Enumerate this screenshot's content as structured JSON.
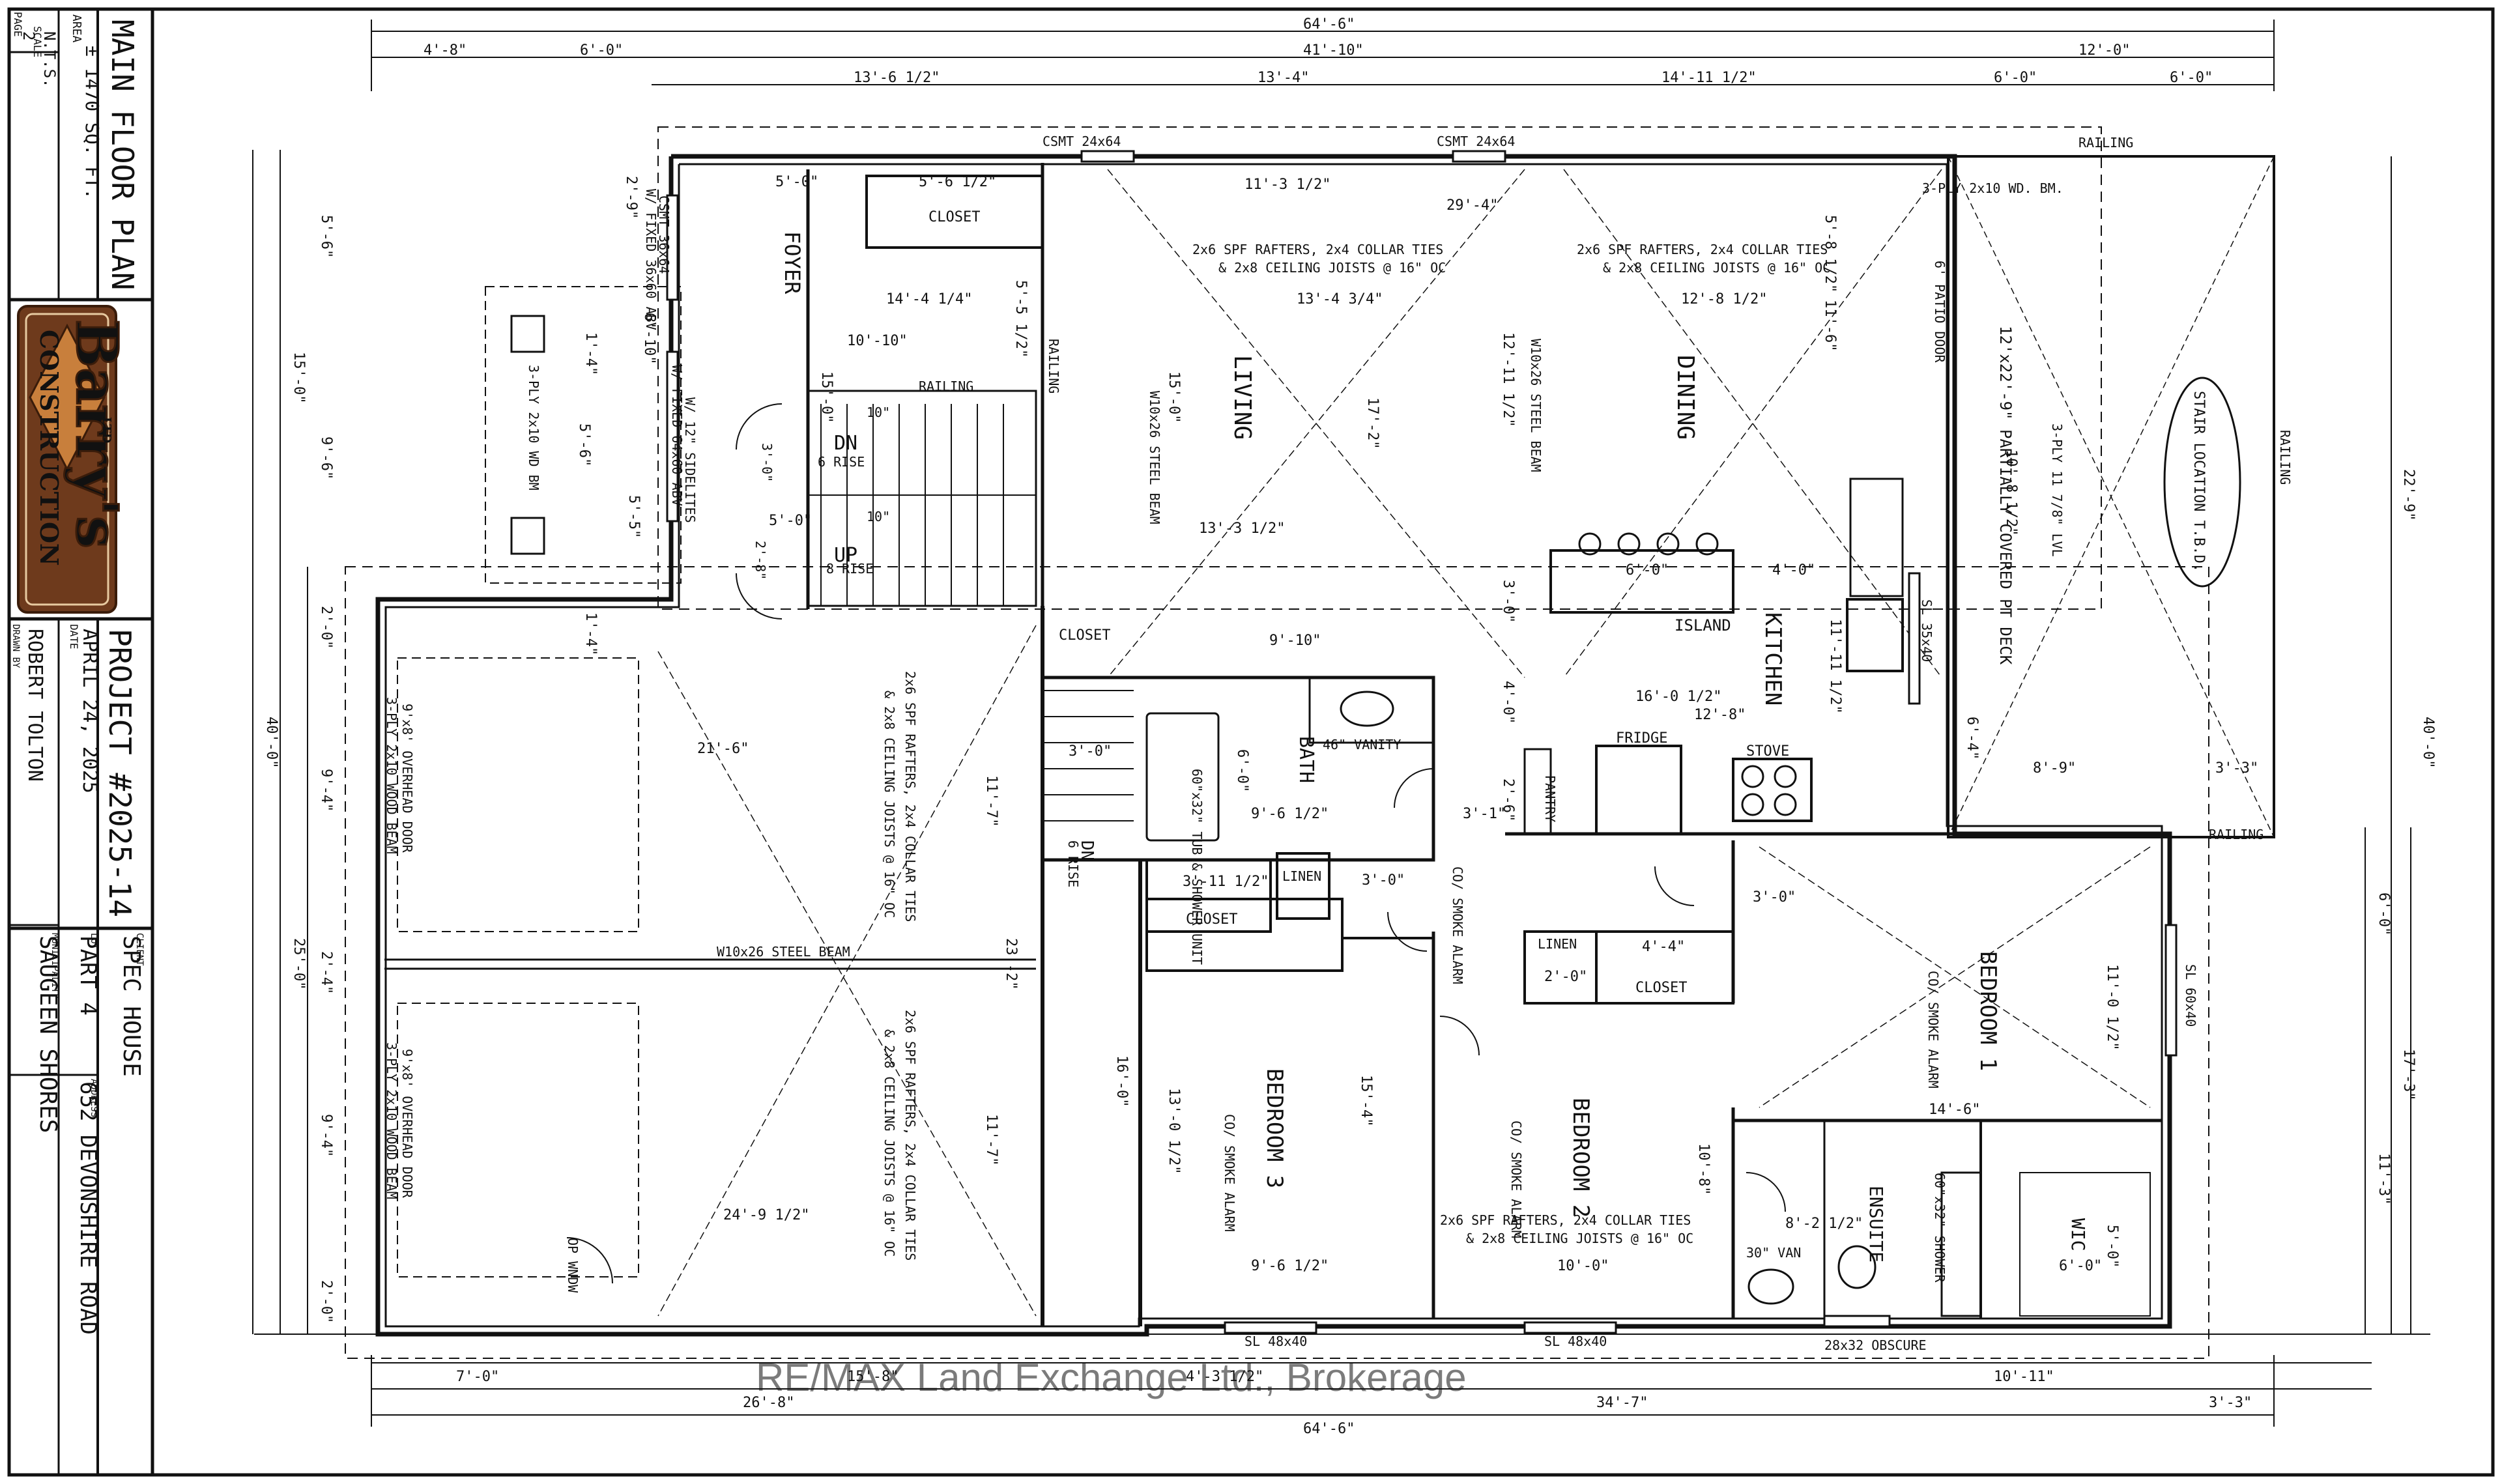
{
  "title_block": {
    "drawing_title": "MAIN FLOOR PLAN",
    "area_label": "AREA",
    "area_value": "± 1470 SQ. FT.",
    "page_label": "PAGE",
    "page_value": "2",
    "scale_label": "SCALE",
    "scale_value": "N.T.S.",
    "logo_line1": "Barry's",
    "logo_line2": "CONSTRUCTION",
    "logo_line3": "LTD.",
    "project": "PROJECT #2025-14",
    "date_label": "DATE",
    "date_value": "APRIL 24, 2025",
    "drawn_by_label": "DRAWN BY",
    "drawn_by_value": "ROBERT TOLTON",
    "client_label": "CLIENT",
    "client_value": "SPEC HOUSE",
    "lot_label": "LOT",
    "lot_value": "PART 4",
    "address_label": "ADDRESS",
    "address_value": "652 DEVONSHIRE ROAD",
    "municipality_label": "MUNICIPALITY",
    "municipality_value": "SAUGEEN SHORES"
  },
  "watermark": "RE/MAX Land Exchange Ltd., Brokerage",
  "rooms": {
    "foyer": "FOYER",
    "living": "LIVING",
    "dining": "DINING",
    "kitchen": "KITCHEN",
    "island": "ISLAND",
    "bath": "BATH",
    "bedroom1": "BEDROOM 1",
    "bedroom2": "BEDROOM 2",
    "bedroom3": "BEDROOM 3",
    "ensuite": "ENSUITE",
    "wic": "WIC",
    "closet_foyer": "CLOSET",
    "closet_hall": "CLOSET",
    "closet_bed3": "CLOSET",
    "closet_bed2": "CLOSET",
    "linen_bath": "LINEN",
    "linen_hall": "LINEN",
    "pantry": "PANTRY",
    "fridge": "FRIDGE",
    "stove": "STOVE",
    "deck": "12'x22'-9\" PARTIALLY COVERED PT DECK",
    "stair_location": "STAIR LOCATION T.B.D."
  },
  "notes": {
    "railing_top": "RAILING",
    "railing_right": "RAILING",
    "railing_deck": "RAILING",
    "railing_stair": "RAILING",
    "railing_vert": "RAILING",
    "csmt1": "CSMT 24x64",
    "csmt2": "CSMT 24x64",
    "beam_deck": "3-PLY 2x10 WD. BM.",
    "lvl": "3-PLY 11 7/8\" LVL",
    "rafters_living": "2x6 SPF RAFTERS, 2x4 COLLAR TIES",
    "joists_living": "& 2x8 CEILING JOISTS @ 16\" OC",
    "rafters_dining": "2x6 SPF RAFTERS, 2x4 COLLAR TIES",
    "joists_dining": "& 2x8 CEILING JOISTS @ 16\" OC",
    "rafters_bed2": "2x6 SPF RAFTERS, 2x4 COLLAR TIES",
    "joists_bed2": "& 2x8 CEILING JOISTS @ 16\" OC",
    "rafters_garage1": "2x6 SPF RAFTERS, 2x4 COLLAR TIES",
    "joists_garage1": "& 2x8 CEILING JOISTS @ 16\" OC",
    "rafters_garage2": "2x6 SPF RAFTERS, 2x4 COLLAR TIES",
    "joists_garage2": "& 2x8 CEILING JOISTS @ 16\" OC",
    "steel_beam_garage": "W10x26 STEEL BEAM",
    "steel_beam_living": "W10x26 STEEL BEAM",
    "steel_beam_dining": "W10x26 STEEL BEAM",
    "garage_door1": "9'x8' OVERHEAD DOOR",
    "garage_door1_beam": "3-PLY 2x10 WOOD BEAM",
    "garage_door2": "9'x8' OVERHEAD DOOR",
    "garage_door2_beam": "3-PLY 2x10 WOOD BEAM",
    "front_beam": "3-PLY 2x10 WD BM",
    "csmt_front1": "CSMT 36x64",
    "csmt_front1b": "W/ FIXED 36x60 ABV",
    "csmt_front2": "W/ 12\" SIDELITES",
    "csmt_front2b": "W/ FIXED 64x60 ABV",
    "patio_door": "6' PATIO DOOR",
    "sl_kitchen": "SL 35x40",
    "sl_bed1": "SL 60x40",
    "sl_bed3": "SL 48x40",
    "sl_bed2": "SL 48x40",
    "ensuite_window": "28x32 OBSCURE",
    "tub": "60\"x32\" TUB & SHOWER UNIT",
    "vanity_bath": "46\" VANITY",
    "vanity_ens": "30\" VAN",
    "shower_ens": "60\"x32\" SHOWER",
    "alarm_hall": "CO/ SMOKE ALARM",
    "alarm_bed1": "CO/ SMOKE ALARM",
    "alarm_bed2": "CO/ SMOKE ALARM",
    "alarm_bed3": "CO/ SMOKE ALARM",
    "dn_stair": "DN",
    "dn_rise": "6 RISE",
    "up_stair": "UP",
    "up_rise": "8 RISE",
    "dn_garage": "DN",
    "dn_garage_rise": "6 RISE",
    "garage_window": "OP WNDW",
    "door_foyer": "3'-0\"",
    "door_side": "2'-8\"",
    "stair_w1": "10\"",
    "stair_w2": "10\""
  },
  "dimensions": {
    "top_overall": "64'-6\"",
    "top_a": "4'-8\"",
    "top_b": "6'-0\"",
    "top_c": "41'-10\"",
    "top_d": "12'-0\"",
    "top2_a": "13'-6 1/2\"",
    "top2_b": "13'-4\"",
    "top2_c": "14'-11 1/2\"",
    "top2_d": "6'-0\"",
    "top2_e": "6'-0\"",
    "bot_overall": "64'-6\"",
    "bot_a": "26'-8\"",
    "bot_b": "34'-7\"",
    "bot_c": "3'-3\"",
    "bot2_a": "7'-0\"",
    "bot2_b": "15'-8\"",
    "bot2_c": "4'-3 1/2\"",
    "bot2_d": "10'-11\"",
    "left_a": "5'-6\"",
    "left_b": "15'-0\"",
    "left_c": "9'-6\"",
    "left_d": "2'-0\"",
    "left_e": "40'-0\"",
    "left_f": "9'-4\"",
    "left_g": "2'-4\"",
    "left_h": "25'-0\"",
    "left_i": "9'-4\"",
    "left_j": "2'-0\"",
    "right_a": "22'-9\"",
    "right_b": "40'-0\"",
    "right_c": "6'-0\"",
    "right_d": "17'-3\"",
    "right_e": "11'-3\"",
    "foyer_a": "5'-0\"",
    "foyer_b": "5'-6 1/2\"",
    "foyer_c": "14'-4 1/4\"",
    "foyer_d": "10'-10\"",
    "foyer_e": "5'-0\"",
    "foyer_f": "15'-0\"",
    "foyer_g": "5'-5 1/2\"",
    "foyer_h": "2'-9\"",
    "foyer_i": "6'-10\"",
    "foyer_j": "5'-6\"",
    "foyer_k": "5'-5\"",
    "foyer_l": "1'-4\"",
    "foyer_m": "1'-4\"",
    "living_a": "11'-3 1/2\"",
    "living_b": "29'-4\"",
    "living_c": "13'-4 3/4\"",
    "living_d": "15'-0\"",
    "living_e": "17'-2\"",
    "living_f": "13'-3 1/2\"",
    "living_g": "9'-10\"",
    "dining_a": "12'-8 1/2\"",
    "dining_b": "12'-11 1/2\"",
    "dining_c": "11'-6\"",
    "dining_d": "5'-8 1/2\"",
    "kitchen_a": "6'-0\"",
    "kitchen_b": "4'-0\"",
    "kitchen_c": "11'-11 1/2\"",
    "kitchen_d": "3'-0\"",
    "kitchen_e": "16'-0 1/2\"",
    "kitchen_f": "12'-8\"",
    "kitchen_g": "4'-0\"",
    "kitchen_h": "2'-6\"",
    "kitchen_i": "10'-8 1/2\"",
    "kitchen_j": "6'-4\"",
    "kitchen_k": "8'-9\"",
    "kitchen_l": "3'-3\"",
    "hall_a": "3'-0\"",
    "hall_b": "3'-1\"",
    "hall_c": "3'-0\"",
    "hall_d": "3'-0\"",
    "bath_a": "6'-0\"",
    "bath_b": "9'-6 1/2\"",
    "garage_a": "21'-6\"",
    "garage_b": "11'-7\"",
    "garage_c": "23'-2\"",
    "garage_d": "11'-7\"",
    "garage_e": "24'-9 1/2\"",
    "bed3_a": "3'-11 1/2\"",
    "bed3_b": "13'-0 1/2\"",
    "bed3_c": "16'-0\"",
    "bed3_d": "15'-4\"",
    "bed3_e": "9'-6 1/2\"",
    "bed2_a": "10'-0\"",
    "bed2_b": "10'-8\"",
    "bed2_c": "4'-4\"",
    "bed2_d": "2'-0\"",
    "bed1_a": "11'-0 1/2\"",
    "bed1_b": "14'-6\"",
    "ens_a": "8'-2 1/2\"",
    "wic_a": "6'-0\"",
    "wic_b": "5'-0\""
  }
}
